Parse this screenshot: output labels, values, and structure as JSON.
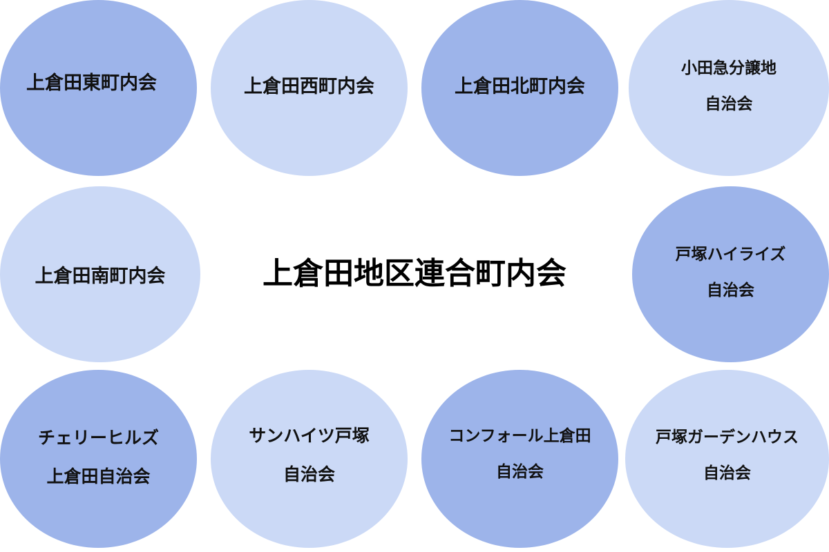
{
  "center": {
    "label": "上倉田地区連合町内会"
  },
  "colors": {
    "dark_circle": "#9db4ea",
    "light_circle": "#cbd9f6",
    "text": "#111111"
  },
  "nodes": {
    "higashi": {
      "line1": "上倉田東町内会"
    },
    "nishi": {
      "line1": "上倉田西町内会"
    },
    "kita": {
      "line1": "上倉田北町内会"
    },
    "odakyu": {
      "line1": "小田急分譲地",
      "line2": "自治会"
    },
    "minami": {
      "line1": "上倉田南町内会"
    },
    "highrise": {
      "line1": "戸塚ハイライズ",
      "line2": "自治会"
    },
    "cherry": {
      "line1": "チェリーヒルズ",
      "line2": "上倉田自治会"
    },
    "sunheights": {
      "line1": "サンハイツ戸塚",
      "line2": "自治会"
    },
    "confort": {
      "line1": "コンフォール上倉田",
      "line2": "自治会"
    },
    "garden": {
      "line1": "戸塚ガーデンハウス",
      "line2": "自治会"
    }
  }
}
